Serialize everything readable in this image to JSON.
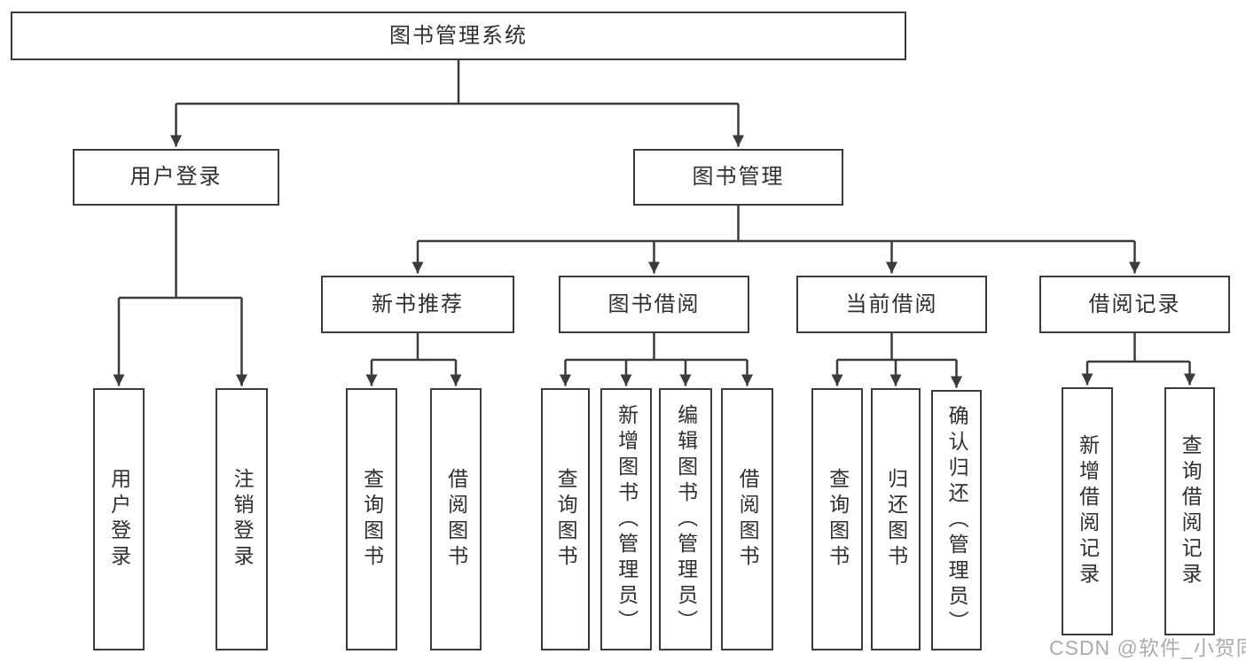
{
  "diagram": {
    "root": {
      "label": "图书管理系统"
    },
    "branches": [
      {
        "label": "用户登录",
        "children": [
          {
            "label": "用户登录"
          },
          {
            "label": "注销登录"
          }
        ]
      },
      {
        "label": "图书管理",
        "children": [
          {
            "label": "新书推荐",
            "children": [
              {
                "label": "查询图书"
              },
              {
                "label": "借阅图书"
              }
            ]
          },
          {
            "label": "图书借阅",
            "children": [
              {
                "label": "查询图书"
              },
              {
                "label": "新增图书（管理员）"
              },
              {
                "label": "编辑图书（管理员）"
              },
              {
                "label": "借阅图书"
              }
            ]
          },
          {
            "label": "当前借阅",
            "children": [
              {
                "label": "查询图书"
              },
              {
                "label": "归还图书"
              },
              {
                "label": "确认归还（管理员）"
              }
            ]
          },
          {
            "label": "借阅记录",
            "children": [
              {
                "label": "新增借阅记录"
              },
              {
                "label": "查询借阅记录"
              }
            ]
          }
        ]
      }
    ]
  },
  "watermark": {
    "text": "CSDN @软件_小贺同学"
  },
  "colors": {
    "line": "#3b3b3b",
    "border": "#3b3b3b",
    "text": "#2f2f2f",
    "background": "#ffffff",
    "watermark": "#ababab"
  }
}
